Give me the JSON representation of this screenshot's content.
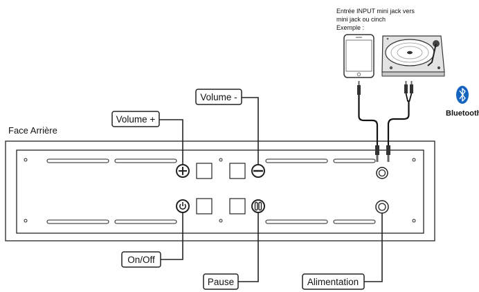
{
  "panel_title": "Face Arrière",
  "callouts": {
    "volume_plus": "Volume +",
    "volume_minus": "Volume -",
    "on_off": "On/Off",
    "pause": "Pause",
    "power": "Alimentation"
  },
  "input_note": {
    "line1": "Entrée INPUT mini jack vers",
    "line2": "mini jack ou cinch",
    "line3": "Exemple :"
  },
  "bluetooth_label": "Bluetooth",
  "icons": [
    "plus-icon",
    "minus-icon",
    "power-icon",
    "pause-icon",
    "bluetooth-icon",
    "phone-icon",
    "turntable-icon"
  ]
}
